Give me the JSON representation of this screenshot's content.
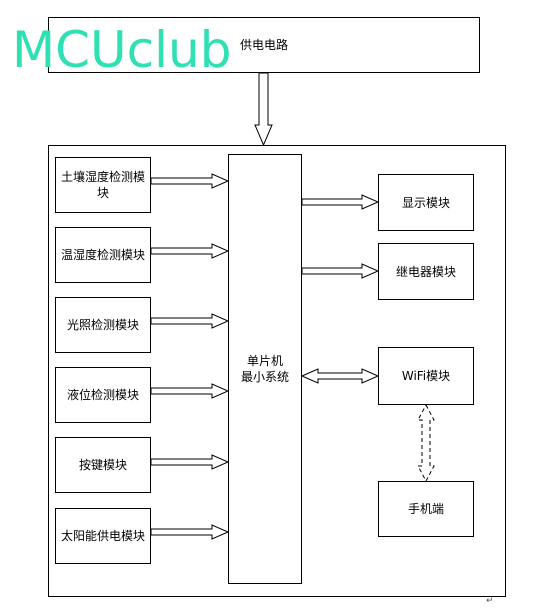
{
  "watermark": "MCUclub",
  "power_supply": "供电电路",
  "mcu_line1": "单片机",
  "mcu_line2": "最小系统",
  "inputs": [
    "土壤湿度检测模块",
    "温湿度检测模块",
    "光照检测模块",
    "液位检测模块",
    "按键模块",
    "太阳能供电模块"
  ],
  "outputs": [
    "显示模块",
    "继电器模块"
  ],
  "wifi": "WiFi模块",
  "phone": "手机端",
  "return_mark": "↵"
}
